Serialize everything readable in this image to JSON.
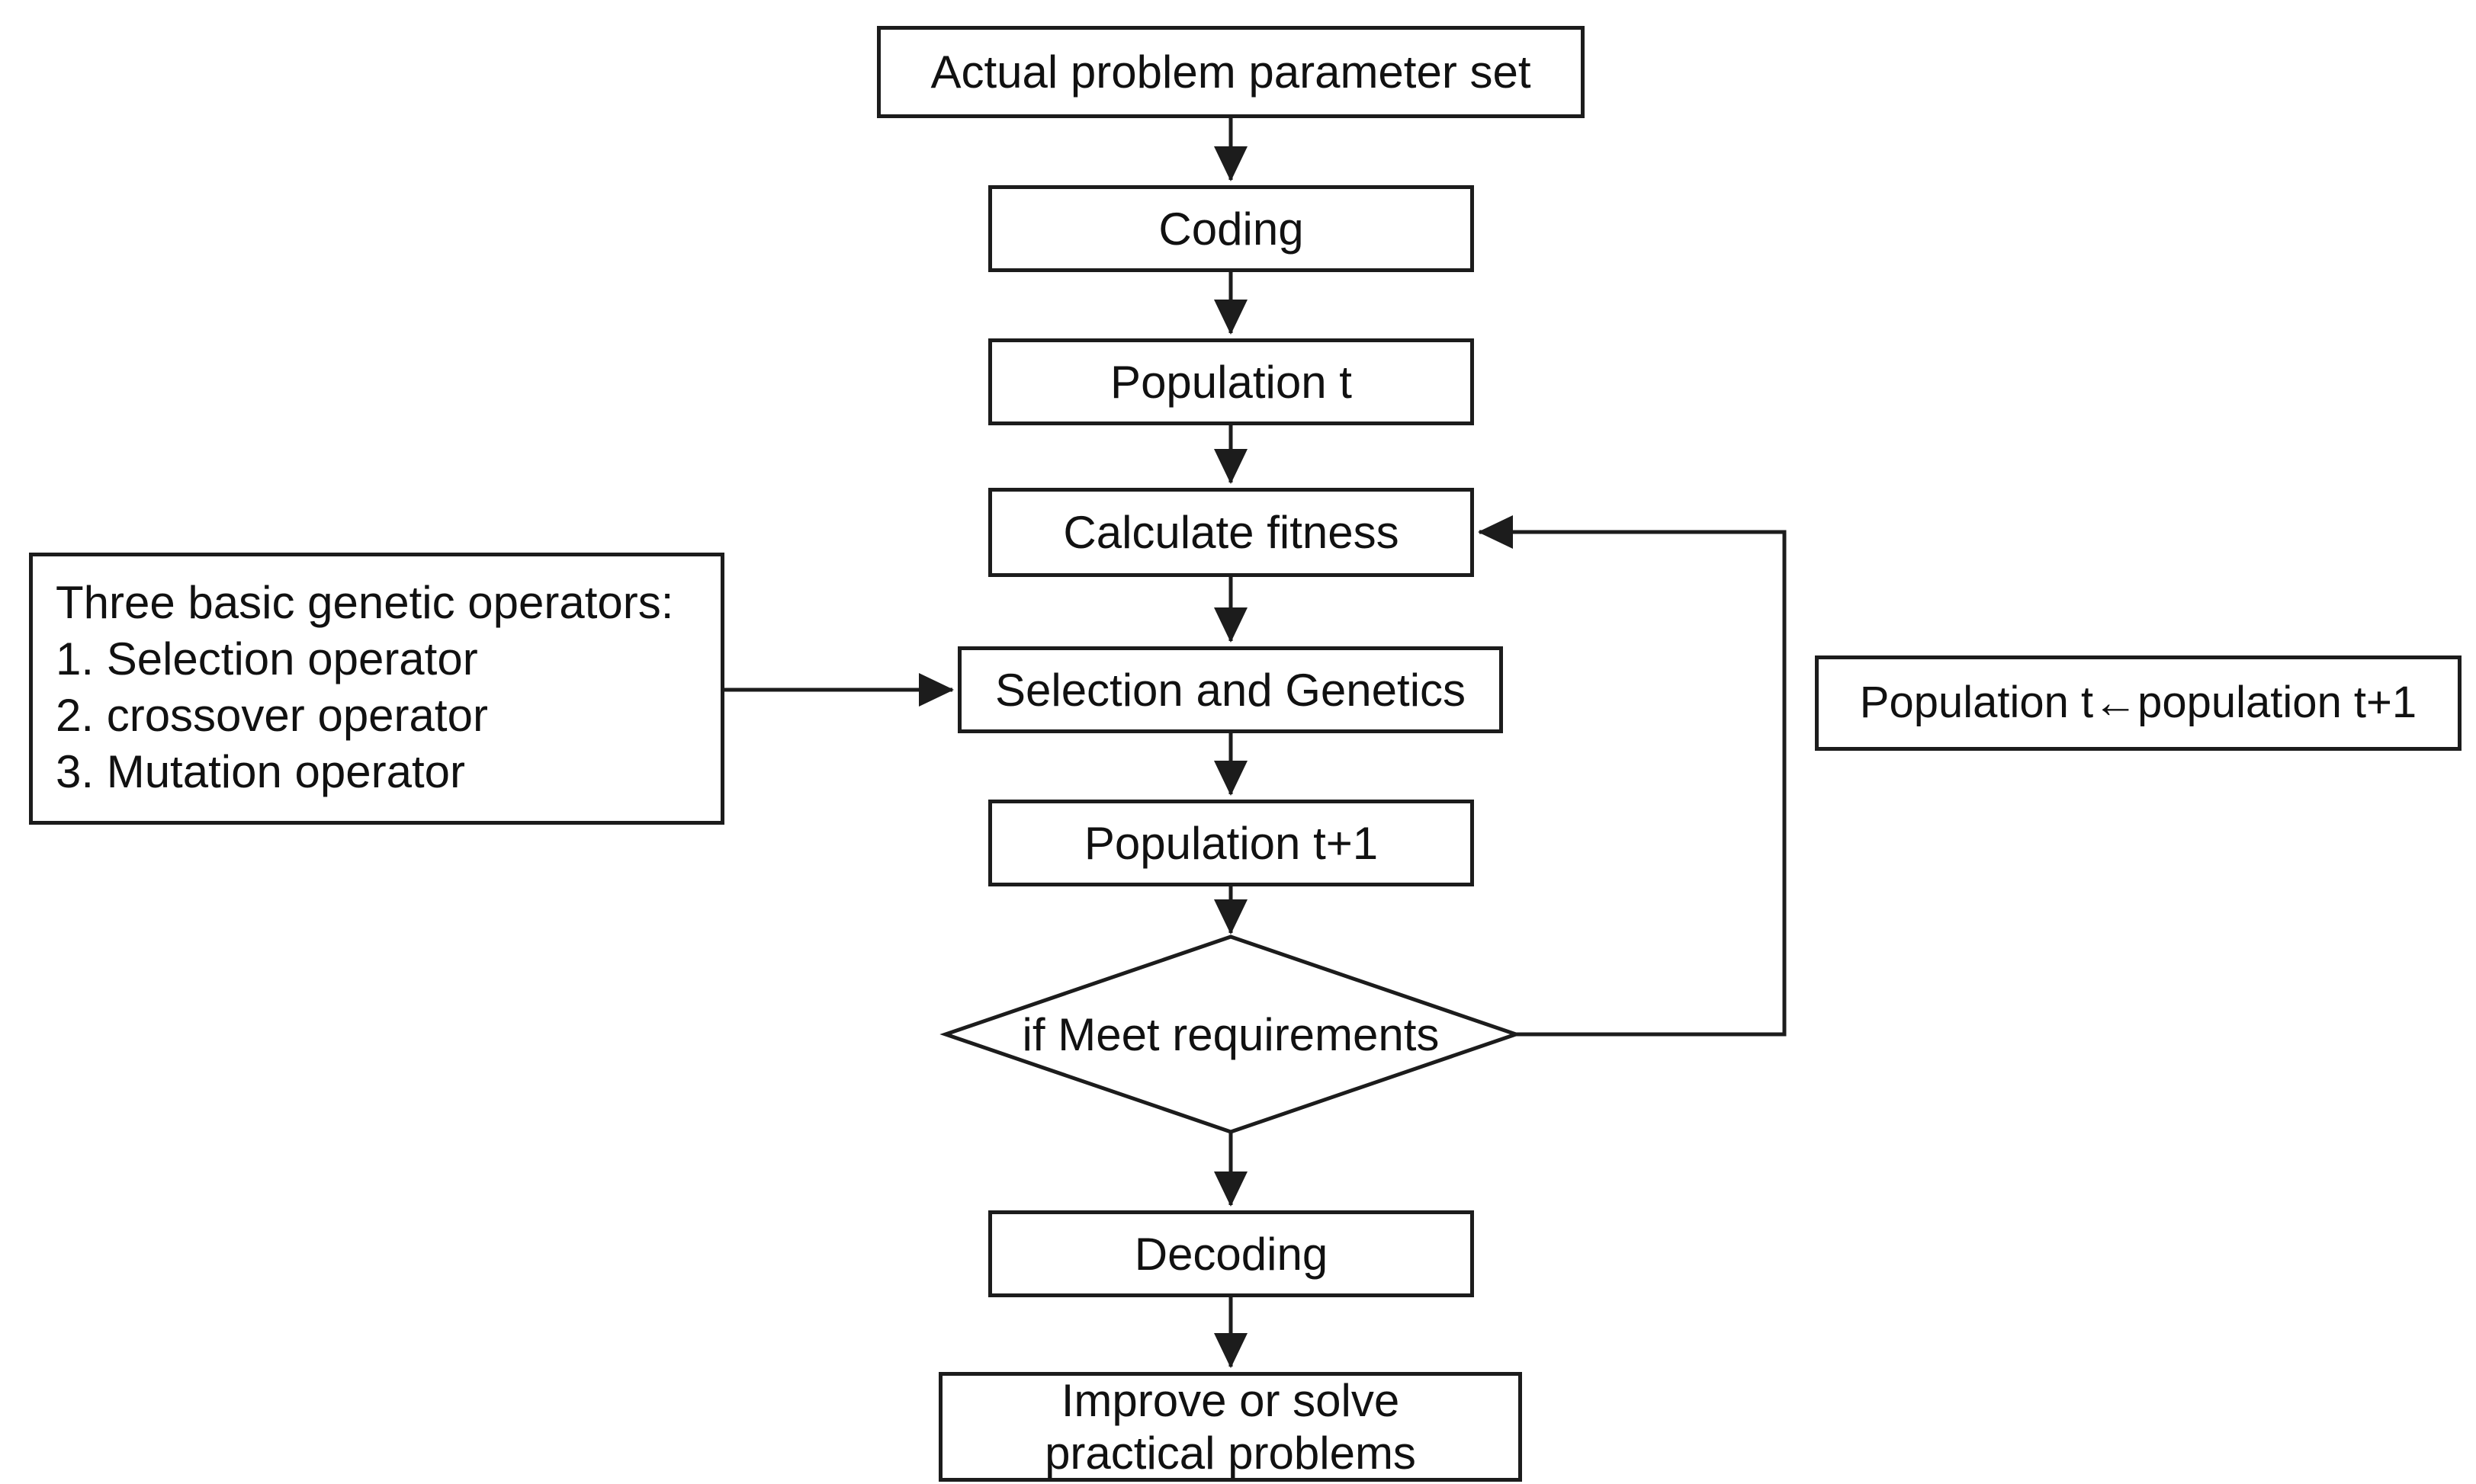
{
  "diagram_type": "flowchart",
  "colors": {
    "line": "#1c1c1c",
    "text": "#111111",
    "background": "#ffffff"
  },
  "nodes": {
    "actual_problem": {
      "label": "Actual problem parameter set"
    },
    "coding": {
      "label": "Coding"
    },
    "population_t": {
      "label": "Population t"
    },
    "calculate_fitness": {
      "label": "Calculate fitness"
    },
    "selection_and_genetics": {
      "label": "Selection and Genetics"
    },
    "population_t_plus_1": {
      "label": "Population t+1"
    },
    "decision": {
      "label": "if Meet requirements"
    },
    "decoding": {
      "label": "Decoding"
    },
    "improve": {
      "label": "Improve or solve practical problems"
    },
    "operators_note": {
      "lines": [
        "Three basic genetic operators:",
        "1. Selection operator",
        "2. crossover operator",
        "3. Mutation operator"
      ]
    },
    "population_update": {
      "label": "Population t←population t+1"
    }
  },
  "edges": [
    {
      "from": "actual_problem",
      "to": "coding"
    },
    {
      "from": "coding",
      "to": "population_t"
    },
    {
      "from": "population_t",
      "to": "calculate_fitness"
    },
    {
      "from": "calculate_fitness",
      "to": "selection_and_genetics"
    },
    {
      "from": "selection_and_genetics",
      "to": "population_t_plus_1"
    },
    {
      "from": "population_t_plus_1",
      "to": "decision"
    },
    {
      "from": "decision",
      "to": "decoding"
    },
    {
      "from": "decoding",
      "to": "improve"
    },
    {
      "from": "operators_note",
      "to": "selection_and_genetics"
    },
    {
      "from": "decision",
      "to": "calculate_fitness",
      "via": "feedback-loop"
    }
  ]
}
